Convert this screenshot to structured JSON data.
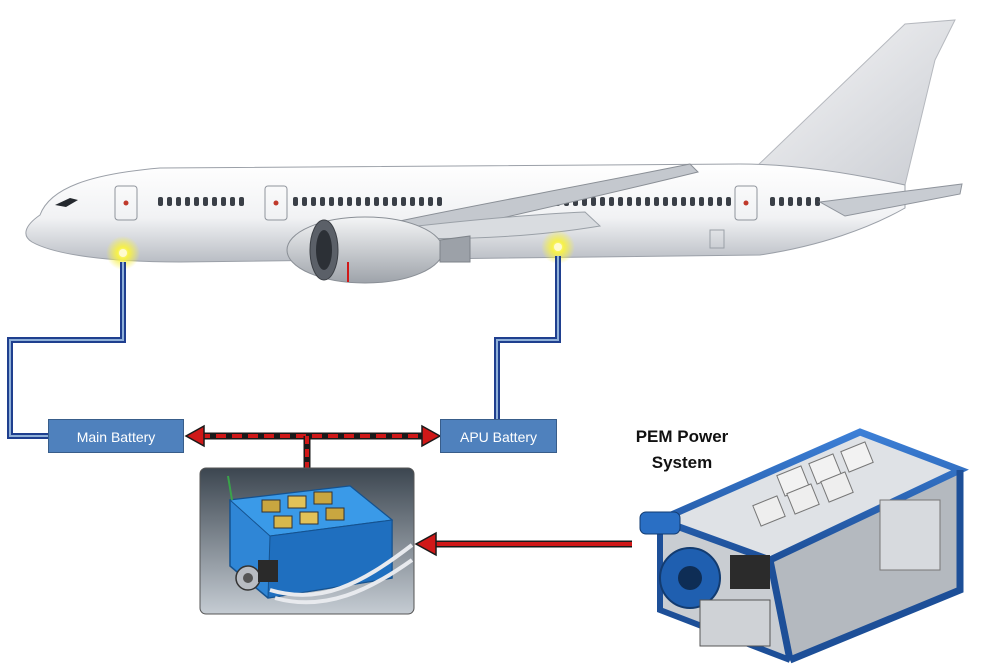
{
  "labels": {
    "main_battery": "Main Battery",
    "apu_battery": "APU Battery",
    "pem_line1": "PEM Power",
    "pem_line2": "System"
  },
  "colors": {
    "battery_box": "#4f81bd",
    "wire": "#1f3f8f",
    "arrow": "#d01818",
    "indicator_light": "#f6f04a"
  },
  "icons": {
    "aircraft": "airliner-side-view",
    "battery_unit": "battery-module-image",
    "pem_system": "fuel-cell-system-image"
  }
}
